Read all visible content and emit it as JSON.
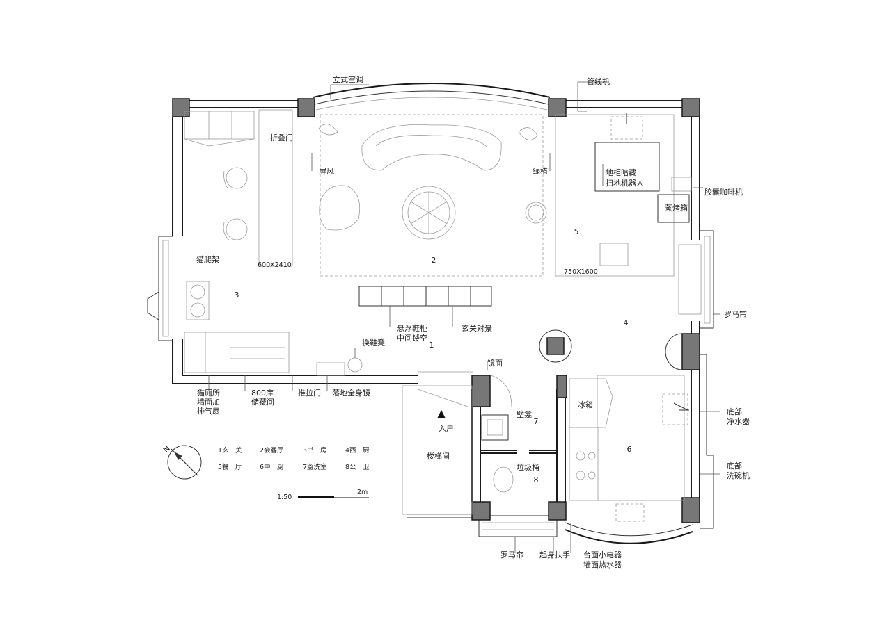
{
  "annotations": {
    "standing_ac": "立式空调",
    "pipeline_machine": "管线机",
    "folding_door": "折叠门",
    "screen": "屏风",
    "green_plant": "绿植",
    "floor_cabinet_line1": "地柜暗藏",
    "floor_cabinet_line2": "扫地机器人",
    "capsule_coffee": "胶囊咖啡机",
    "steam_oven": "蒸烤箱",
    "cat_tree": "猫爬架",
    "dim_600": "600X2410",
    "dim_750": "750X1600",
    "shoe_cabinet_line1": "悬浮鞋柜",
    "shoe_cabinet_line2": "中间镂空",
    "entrance_view": "玄关对景",
    "shoe_bench": "换鞋凳",
    "mirror": "镜面",
    "fridge": "冰箱",
    "niche": "壁龛",
    "entry": "入户",
    "stairwell": "楼梯间",
    "trash_bin": "垃圾桶",
    "cat_toilet_line1": "猫厕所",
    "cat_toilet_line2": "墙面加",
    "cat_toilet_line3": "排气扇",
    "storage_line1": "800库",
    "storage_line2": "储藏间",
    "sliding_door": "推拉门",
    "full_mirror": "落地全身镜",
    "roman_blind_right": "罗马帘",
    "water_purifier_line1": "底部",
    "water_purifier_line2": "净水器",
    "dishwasher_line1": "底部",
    "dishwasher_line2": "洗碗机",
    "roman_blind_bottom": "罗马帘",
    "grab_bar": "起身扶手",
    "appliance_line1": "台面小电器",
    "appliance_line2": "墙面热水器"
  },
  "room_numbers": {
    "r1": "1",
    "r2": "2",
    "r3": "3",
    "r4": "4",
    "r5": "5",
    "r6": "6",
    "r7": "7",
    "r8": "8"
  },
  "legend": {
    "row1": [
      "1玄　关",
      "2会客厅",
      "3书　房",
      "4西　厨"
    ],
    "row2": [
      "5餐　厅",
      "6中　厨",
      "7盥洗室",
      "8公　卫"
    ]
  },
  "north_label": "N",
  "scale": {
    "ratio": "1:50",
    "bar_label": "2m"
  }
}
